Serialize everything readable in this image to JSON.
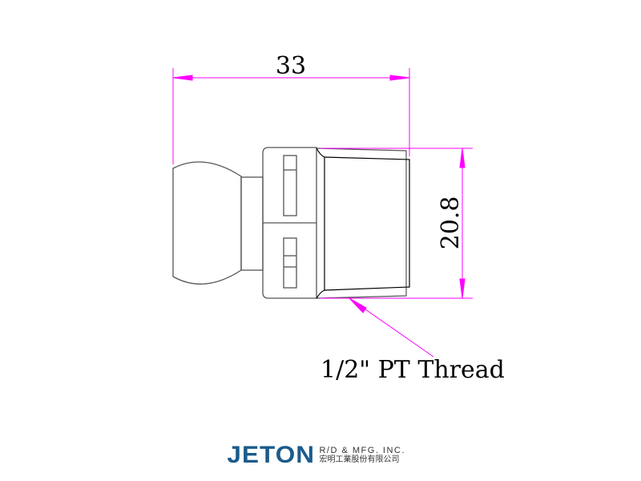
{
  "drawing": {
    "width_dimension": "33",
    "height_dimension": "20.8",
    "thread_callout": "1/2\" PT Thread",
    "dimension_color": "#ff00ff",
    "line_color": "#000000"
  },
  "logo": {
    "brand": "JETON",
    "subtitle_en": "R/D & MFG. INC.",
    "subtitle_zh": "宏明工業股份有限公司",
    "brand_color": "#1b5b8c"
  }
}
